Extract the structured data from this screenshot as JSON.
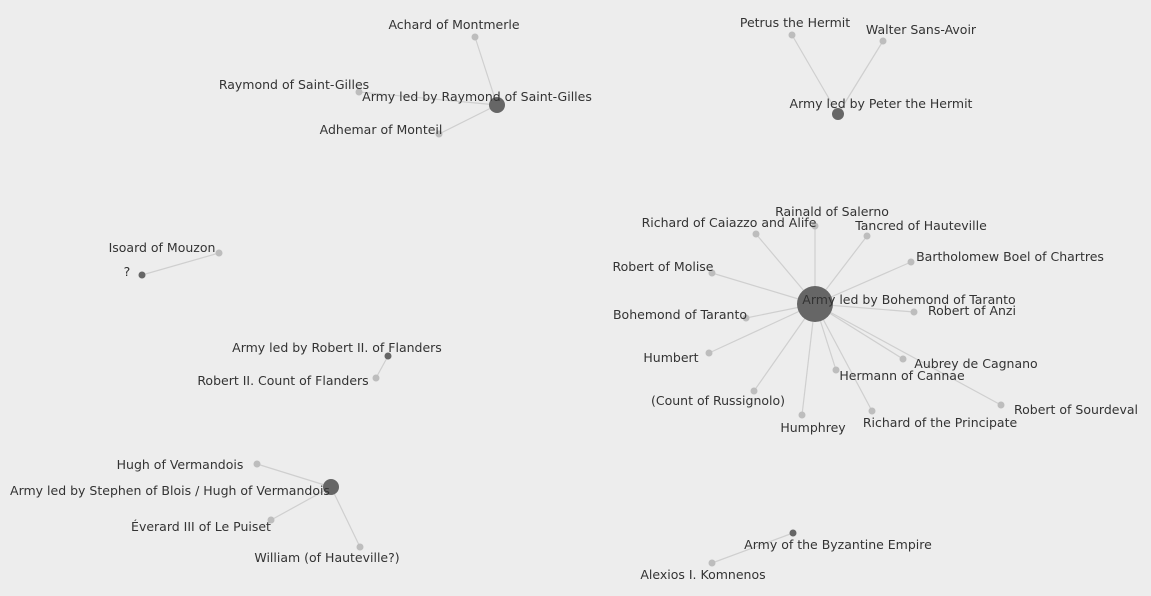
{
  "colors": {
    "background": "#ededed",
    "edge": "#cfcfcf",
    "army_node": "#666666",
    "person_node": "#bdbdbd",
    "label": "#333333"
  },
  "groups": [
    {
      "army": {
        "id": "g1-army",
        "label": "Army led by Raymond of Saint-Gilles"
      },
      "members": [
        {
          "id": "g1-achard",
          "label": "Achard of Montmerle"
        },
        {
          "id": "g1-raymond",
          "label": "Raymond of Saint-Gilles"
        },
        {
          "id": "g1-adhemar",
          "label": "Adhemar of Monteil"
        }
      ]
    },
    {
      "army": {
        "id": "g2-army",
        "label": "Army led by Peter the Hermit"
      },
      "members": [
        {
          "id": "g2-petrus",
          "label": "Petrus the Hermit"
        },
        {
          "id": "g2-walter",
          "label": "Walter Sans-Avoir"
        }
      ]
    },
    {
      "army": {
        "id": "g3-army",
        "label": "?"
      },
      "members": [
        {
          "id": "g3-isoard",
          "label": "Isoard of Mouzon"
        }
      ]
    },
    {
      "army": {
        "id": "g4-army",
        "label": "Army led by Robert II. of Flanders"
      },
      "members": [
        {
          "id": "g4-robert",
          "label": "Robert II. Count of Flanders"
        }
      ]
    },
    {
      "army": {
        "id": "g5-army",
        "label": "Army led by Stephen of Blois / Hugh of Vermandois"
      },
      "members": [
        {
          "id": "g5-hugh",
          "label": "Hugh of Vermandois"
        },
        {
          "id": "g5-everard",
          "label": "Éverard III of Le Puiset"
        },
        {
          "id": "g5-william",
          "label": "William (of Hauteville?)"
        }
      ]
    },
    {
      "army": {
        "id": "g6-army",
        "label": "Army led by Bohemond of Taranto"
      },
      "members": [
        {
          "id": "g6-rainald",
          "label": "Rainald of Salerno"
        },
        {
          "id": "g6-richard-caiazzo",
          "label": "Richard of Caiazzo and Alife"
        },
        {
          "id": "g6-tancred",
          "label": "Tancred of Hauteville"
        },
        {
          "id": "g6-bartholomew",
          "label": "Bartholomew Boel of Chartres"
        },
        {
          "id": "g6-robert-molise",
          "label": "Robert of Molise"
        },
        {
          "id": "g6-bohemond",
          "label": "Bohemond of Taranto"
        },
        {
          "id": "g6-robert-anzi",
          "label": "Robert of Anzi"
        },
        {
          "id": "g6-humbert",
          "label": "Humbert"
        },
        {
          "id": "g6-aubrey",
          "label": "Aubrey de Cagnano"
        },
        {
          "id": "g6-hermann",
          "label": "Hermann of Cannae"
        },
        {
          "id": "g6-russignolo",
          "label": "(Count of Russignolo)"
        },
        {
          "id": "g6-robert-sourdeval",
          "label": "Robert of Sourdeval"
        },
        {
          "id": "g6-humphrey",
          "label": "Humphrey"
        },
        {
          "id": "g6-richard-principate",
          "label": "Richard of the Principate"
        }
      ]
    },
    {
      "army": {
        "id": "g7-army",
        "label": "Army of the Byzantine Empire"
      },
      "members": [
        {
          "id": "g7-alexios",
          "label": "Alexios I. Komnenos"
        }
      ]
    }
  ]
}
